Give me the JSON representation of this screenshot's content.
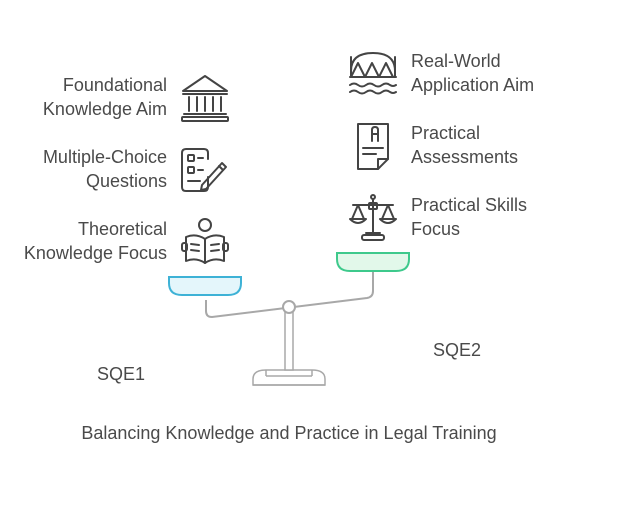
{
  "diagram": {
    "caption": "Balancing Knowledge and Practice in Legal Training",
    "left_side": {
      "name": "SQE1",
      "items": [
        {
          "lines": [
            "Foundational",
            "Knowledge Aim"
          ],
          "icon": "bank-building-icon"
        },
        {
          "lines": [
            "Multiple-Choice",
            "Questions"
          ],
          "icon": "checklist-pencil-icon"
        },
        {
          "lines": [
            "Theoretical",
            "Knowledge Focus"
          ],
          "icon": "person-reading-icon"
        }
      ]
    },
    "right_side": {
      "name": "SQE2",
      "items": [
        {
          "lines": [
            "Real-World",
            "Application Aim"
          ],
          "icon": "bridge-icon"
        },
        {
          "lines": [
            "Practical",
            "Assessments"
          ],
          "icon": "document-icon"
        },
        {
          "lines": [
            "Practical Skills",
            "Focus"
          ],
          "icon": "scales-of-justice-icon"
        }
      ]
    },
    "colors": {
      "text": "#4a4a4a",
      "icon_stroke": "#444444",
      "left_pan_fill": "#e4f6fb",
      "left_pan_stroke": "#3eb2d6",
      "right_pan_fill": "#e2f8ea",
      "right_pan_stroke": "#3ec98c",
      "scale_stroke": "#a8a8a8"
    }
  }
}
